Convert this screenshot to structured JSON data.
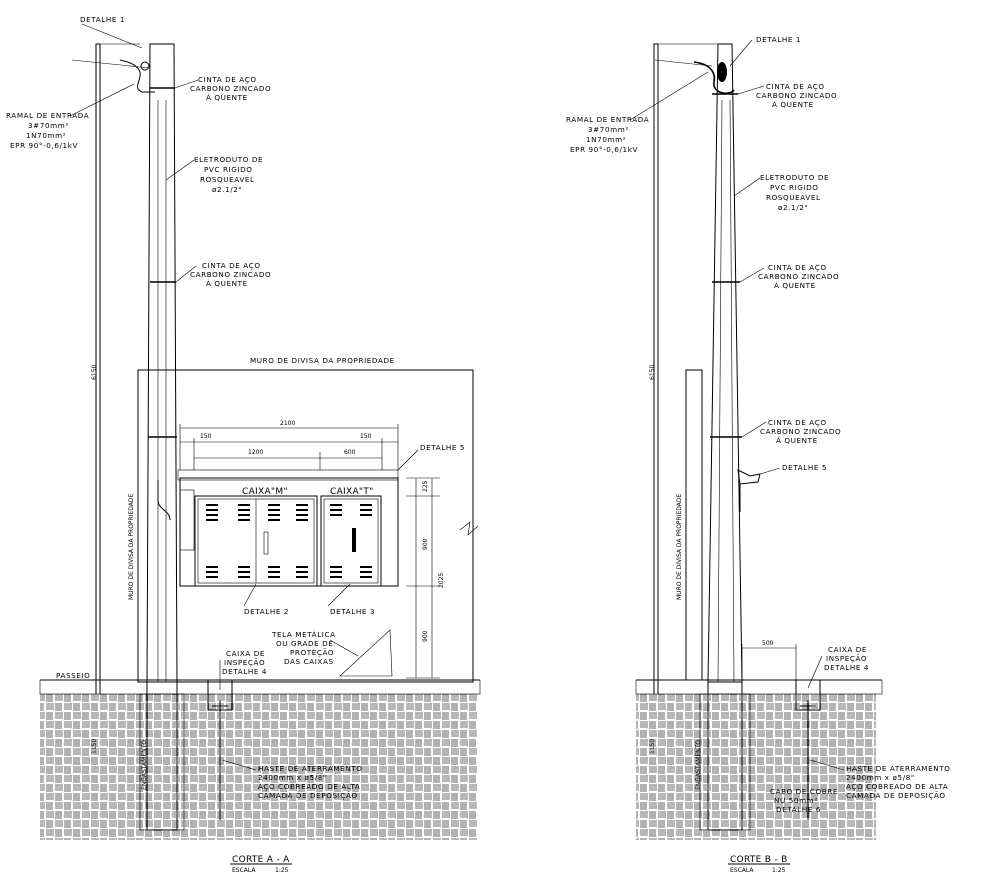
{
  "section_a": {
    "labels": {
      "detalhe1": "DETALHE 1",
      "cinta1": [
        "CINTA DE AÇO",
        "CARBONO ZINCADO",
        "À QUENTE"
      ],
      "ramal": [
        "RAMAL DE ENTRADA",
        "3#70mm²",
        "1N70mm²",
        "EPR 90°-0,6/1kV"
      ],
      "eletroduto": [
        "ELETRODUTO DE",
        "PVC RIGIDO",
        "ROSQUEAVEL",
        "ø2.1/2\""
      ],
      "cinta2": [
        "CINTA DE AÇO",
        "CARBONO ZINCADO",
        "À QUENTE"
      ],
      "height": "6150",
      "muro_divisa_top": "MURO DE DIVISA DA PROPRIEDADE",
      "muro_divisa_side": "MURO DE DIVISA DA PROPRIEDADE",
      "dim_total": "2100",
      "dim_150_left": "150",
      "dim_1200": "1200",
      "dim_600": "600",
      "dim_150_right": "150",
      "detalhe5": "DETALHE 5",
      "dim_225": "225",
      "dim_900_upper": "900",
      "dim_2025": "2025",
      "dim_900_lower": "900",
      "caixa_m": "CAIXA\"M\"",
      "caixa_t": "CAIXA\"T\"",
      "detalhe2": "DETALHE 2",
      "detalhe3": "DETALHE 3",
      "tela": [
        "TELA METÁLICA",
        "OU GRADE DE",
        "PROTEÇÃO",
        "DAS CAIXAS"
      ],
      "passeio": "PASSEIO",
      "caixa_inspecao": [
        "CAIXA DE",
        "INSPEÇÃO",
        "DETALHE 4"
      ],
      "engastamento": "ENGASTAMENTO",
      "dim_1150": "1150",
      "haste": [
        "HASTE DE ATERRAMENTO",
        "2400mm x ø5/8\"",
        "AÇO COBREADO DE ALTA",
        "CAMADA DE DEPOSIÇÃO"
      ]
    },
    "title": "CORTE A - A",
    "scale_label": "ESCALA",
    "scale_value": "1:25"
  },
  "section_b": {
    "labels": {
      "detalhe1": "DETALHE 1",
      "cinta1": [
        "CINTA DE AÇO",
        "CARBONO ZINCADO",
        "À QUENTE"
      ],
      "ramal": [
        "RAMAL DE ENTRADA",
        "3#70mm²",
        "1N70mm²",
        "EPR 90°-0,6/1kV"
      ],
      "eletroduto": [
        "ELETRODUTO DE",
        "PVC RIGIDO",
        "ROSQUEAVEL",
        "ø2.1/2\""
      ],
      "cinta2": [
        "CINTA DE AÇO",
        "CARBONO ZINCADO",
        "À QUENTE"
      ],
      "cinta3": [
        "CINTA DE AÇO",
        "CARBONO ZINCADO",
        "À QUENTE"
      ],
      "height": "6150",
      "muro_divisa_side": "MURO DE DIVISA DA PROPRIEDADE",
      "detalhe5": "DETALHE 5",
      "dim_500": "500",
      "caixa_inspecao": [
        "CAIXA DE",
        "INSPEÇÃO",
        "DETALHE 4"
      ],
      "engastamento": "ENGASTAMENTO",
      "dim_1150": "1150",
      "haste": [
        "HASTE DE ATERRAMENTO",
        "2400mm x ø5/8\"",
        "AÇO COBREADO DE ALTA",
        "CAMADA DE DEPOSIÇÃO"
      ],
      "cabo": [
        "CABO DE COBRE",
        "NU 50mm²",
        "DETALHE 6"
      ]
    },
    "title": "CORTE B - B",
    "scale_label": "ESCALA",
    "scale_value": "1:25"
  },
  "colors": {
    "ink": "#000000",
    "paper": "#ffffff",
    "hatch": "#333333"
  }
}
